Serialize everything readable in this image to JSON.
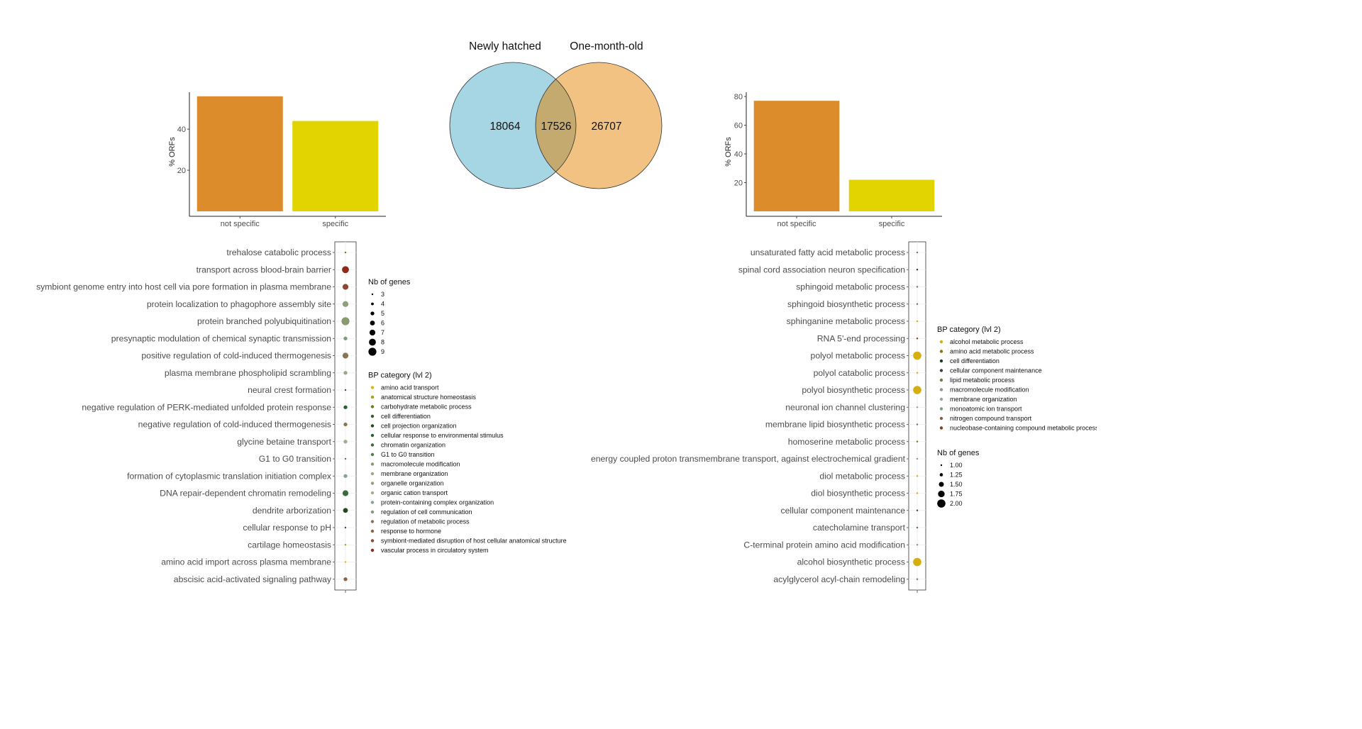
{
  "chart_data": [
    {
      "type": "bar",
      "panel": "top-left",
      "categories": [
        "not specific",
        "specific"
      ],
      "values": [
        56,
        44
      ],
      "colors": [
        "#DC8C2A",
        "#E2D400"
      ],
      "ylabel": "% ORFs",
      "yticks": [
        20,
        40
      ],
      "ylim": [
        0,
        58
      ]
    },
    {
      "type": "venn",
      "panel": "top-center",
      "sets": [
        {
          "name": "Newly hatched",
          "count": "18064",
          "color": "#A6D5E3"
        },
        {
          "name": "One-month-old",
          "count": "26707",
          "color": "#F2C282"
        }
      ],
      "intersection": {
        "count": "17526",
        "color": "#C4AA6E"
      }
    },
    {
      "type": "bar",
      "panel": "top-right",
      "categories": [
        "not specific",
        "specific"
      ],
      "values": [
        77,
        22
      ],
      "colors": [
        "#DC8C2A",
        "#E2D400"
      ],
      "ylabel": "% ORFs",
      "yticks": [
        20,
        40,
        60,
        80
      ],
      "ylim": [
        0,
        83
      ]
    },
    {
      "type": "scatter",
      "panel": "bottom-left",
      "terms": [
        {
          "label": "trehalose catabolic process",
          "genes": 3,
          "category": "carbohydrate metabolic process"
        },
        {
          "label": "transport across blood-brain barrier",
          "genes": 8,
          "category": "vascular process in circulatory system"
        },
        {
          "label": "symbiont genome entry into host cell via pore formation in plasma membrane",
          "genes": 7,
          "category": "symbiont-mediated disruption of host cellular anatomical structure"
        },
        {
          "label": "protein localization to phagophore assembly site",
          "genes": 7,
          "category": "organelle organization"
        },
        {
          "label": "protein branched polyubiquitination",
          "genes": 9,
          "category": "macromolecule modification"
        },
        {
          "label": "presynaptic modulation of chemical synaptic transmission",
          "genes": 5,
          "category": "regulation of cell communication"
        },
        {
          "label": "positive regulation of cold-induced thermogenesis",
          "genes": 7,
          "category": "regulation of metabolic process"
        },
        {
          "label": "plasma membrane phospholipid scrambling",
          "genes": 5,
          "category": "membrane organization"
        },
        {
          "label": "neural crest formation",
          "genes": 3,
          "category": "cell differentiation"
        },
        {
          "label": "negative regulation of PERK-mediated unfolded protein response",
          "genes": 5,
          "category": "cellular response to environmental stimulus"
        },
        {
          "label": "negative regulation of cold-induced thermogenesis",
          "genes": 5,
          "category": "regulation of metabolic process"
        },
        {
          "label": "glycine betaine transport",
          "genes": 5,
          "category": "organic cation transport"
        },
        {
          "label": "G1 to G0 transition",
          "genes": 3,
          "category": "G1 to G0 transition"
        },
        {
          "label": "formation of cytoplasmic translation initiation complex",
          "genes": 5,
          "category": "protein-containing complex organization"
        },
        {
          "label": "DNA repair-dependent chromatin remodeling",
          "genes": 7,
          "category": "chromatin organization"
        },
        {
          "label": "dendrite arborization",
          "genes": 6,
          "category": "cell projection organization"
        },
        {
          "label": "cellular response to pH",
          "genes": 3,
          "category": "cellular response to environmental stimulus"
        },
        {
          "label": "cartilage homeostasis",
          "genes": 3,
          "category": "anatomical structure homeostasis"
        },
        {
          "label": "amino acid import across plasma membrane",
          "genes": 3,
          "category": "amino acid transport"
        },
        {
          "label": "abscisic acid-activated signaling pathway",
          "genes": 5,
          "category": "response to hormone"
        }
      ],
      "size_legend": {
        "title": "Nb of genes",
        "values": [
          3,
          4,
          5,
          6,
          7,
          8,
          9
        ],
        "labels": [
          "3",
          "4",
          "5",
          "6",
          "7",
          "8",
          "9"
        ]
      },
      "color_legend": {
        "title": "BP category (lvl 2)",
        "items": [
          {
            "label": "amino acid transport",
            "color": "#E3B40C"
          },
          {
            "label": "anatomical structure homeostasis",
            "color": "#A5A218"
          },
          {
            "label": "carbohydrate metabolic process",
            "color": "#6C7D1E"
          },
          {
            "label": "cell differentiation",
            "color": "#3B5A24"
          },
          {
            "label": "cell projection organization",
            "color": "#1F4A1F"
          },
          {
            "label": "cellular response to environmental stimulus",
            "color": "#275E33"
          },
          {
            "label": "chromatin organization",
            "color": "#3C6A3E"
          },
          {
            "label": "G1 to G0 transition",
            "color": "#5D7A4C"
          },
          {
            "label": "macromolecule modification",
            "color": "#8A9A6E"
          },
          {
            "label": "membrane organization",
            "color": "#98A887"
          },
          {
            "label": "organelle organization",
            "color": "#8FA07C"
          },
          {
            "label": "organic cation transport",
            "color": "#9CAE93"
          },
          {
            "label": "protein-containing complex organization",
            "color": "#86A48A"
          },
          {
            "label": "regulation of cell communication",
            "color": "#7E9A80"
          },
          {
            "label": "regulation of metabolic process",
            "color": "#877556"
          },
          {
            "label": "response to hormone",
            "color": "#8E6448"
          },
          {
            "label": "symbiont-mediated disruption of host cellular anatomical structure",
            "color": "#8A4A32"
          },
          {
            "label": "vascular process in circulatory system",
            "color": "#8E2A1A"
          }
        ]
      }
    },
    {
      "type": "scatter",
      "panel": "bottom-right",
      "terms": [
        {
          "label": "unsaturated fatty acid metabolic process",
          "genes": 1,
          "category": "lipid metabolic process"
        },
        {
          "label": "spinal cord association neuron specification",
          "genes": 1,
          "category": "cell differentiation"
        },
        {
          "label": "sphingoid metabolic process",
          "genes": 1,
          "category": "lipid metabolic process"
        },
        {
          "label": "sphingoid biosynthetic process",
          "genes": 1,
          "category": "lipid metabolic process"
        },
        {
          "label": "sphinganine metabolic process",
          "genes": 1,
          "category": "alcohol metabolic process"
        },
        {
          "label": "RNA 5'-end processing",
          "genes": 1,
          "category": "nucleobase-containing compound metabolic process"
        },
        {
          "label": "polyol metabolic process",
          "genes": 2,
          "category": "alcohol metabolic process"
        },
        {
          "label": "polyol catabolic process",
          "genes": 1,
          "category": "alcohol metabolic process"
        },
        {
          "label": "polyol biosynthetic process",
          "genes": 2,
          "category": "alcohol metabolic process"
        },
        {
          "label": "neuronal ion channel clustering",
          "genes": 1,
          "category": "membrane organization"
        },
        {
          "label": "membrane lipid biosynthetic process",
          "genes": 1,
          "category": "lipid metabolic process"
        },
        {
          "label": "homoserine metabolic process",
          "genes": 1,
          "category": "amino acid metabolic process"
        },
        {
          "label": "energy coupled proton transmembrane transport, against electrochemical gradient",
          "genes": 1,
          "category": "monoatomic ion transport"
        },
        {
          "label": "diol metabolic process",
          "genes": 1,
          "category": "alcohol metabolic process"
        },
        {
          "label": "diol biosynthetic process",
          "genes": 1,
          "category": "alcohol metabolic process"
        },
        {
          "label": "cellular component maintenance",
          "genes": 1,
          "category": "cellular component maintenance"
        },
        {
          "label": "catecholamine transport",
          "genes": 1,
          "category": "nitrogen compound transport"
        },
        {
          "label": "C-terminal protein amino acid modification",
          "genes": 1,
          "category": "macromolecule modification"
        },
        {
          "label": "alcohol biosynthetic process",
          "genes": 2,
          "category": "alcohol metabolic process"
        },
        {
          "label": "acylglycerol acyl-chain remodeling",
          "genes": 1,
          "category": "lipid metabolic process"
        }
      ],
      "size_legend": {
        "title": "Nb of genes",
        "values": [
          1,
          1.25,
          1.5,
          1.75,
          2
        ],
        "labels": [
          "1.00",
          "1.25",
          "1.50",
          "1.75",
          "2.00"
        ]
      },
      "color_legend": {
        "title": "BP category (lvl 2)",
        "items": [
          {
            "label": "alcohol metabolic process",
            "color": "#D7AE10"
          },
          {
            "label": "amino acid metabolic process",
            "color": "#7E7A16"
          },
          {
            "label": "cell differentiation",
            "color": "#1E3E22"
          },
          {
            "label": "cellular component maintenance",
            "color": "#354A36"
          },
          {
            "label": "lipid metabolic process",
            "color": "#6F7A52"
          },
          {
            "label": "macromolecule modification",
            "color": "#8A9A82"
          },
          {
            "label": "membrane organization",
            "color": "#97A896"
          },
          {
            "label": "monoatomic ion transport",
            "color": "#7E9C86"
          },
          {
            "label": "nitrogen compound transport",
            "color": "#8A5E4A"
          },
          {
            "label": "nucleobase-containing compound metabolic process",
            "color": "#8A3A24"
          }
        ]
      }
    }
  ]
}
